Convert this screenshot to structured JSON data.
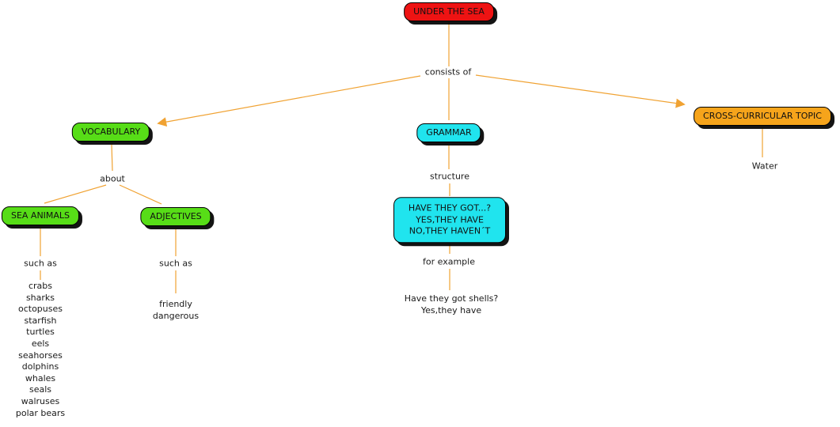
{
  "colors": {
    "root_node": "#ee1313",
    "green_node": "#57dd17",
    "cyan_node": "#20e4ee",
    "orange_node": "#f6a41b",
    "connector_line": "#f0a232",
    "text": "#1a1a1a"
  },
  "nodes": {
    "under_the_sea": {
      "label": "UNDER THE SEA"
    },
    "vocabulary": {
      "label": "VOCABULARY"
    },
    "grammar": {
      "label": "GRAMMAR"
    },
    "cross_curricular": {
      "label": "CROSS-CURRICULAR TOPIC"
    },
    "sea_animals": {
      "label": "SEA ANIMALS"
    },
    "adjectives": {
      "label": "ADJECTIVES"
    },
    "structure_box": {
      "lines": [
        "HAVE THEY GOT...?",
        "YES,THEY HAVE",
        "NO,THEY HAVEN´T"
      ]
    }
  },
  "linking_phrases": {
    "consists_of": "consists of",
    "about": "about",
    "such_as_animals": "such as",
    "such_as_adjectives": "such as",
    "structure": "structure",
    "for_example": "for example"
  },
  "leaves": {
    "water": "Water",
    "animals": [
      "crabs",
      "sharks",
      "octopuses",
      "starfish",
      "turtles",
      "eels",
      "seahorses",
      "dolphins",
      "whales",
      "seals",
      "walruses",
      "polar bears"
    ],
    "adjective_examples": [
      "friendly",
      "dangerous"
    ],
    "example_sentences": [
      "Have they got shells?",
      "Yes,they have"
    ]
  }
}
